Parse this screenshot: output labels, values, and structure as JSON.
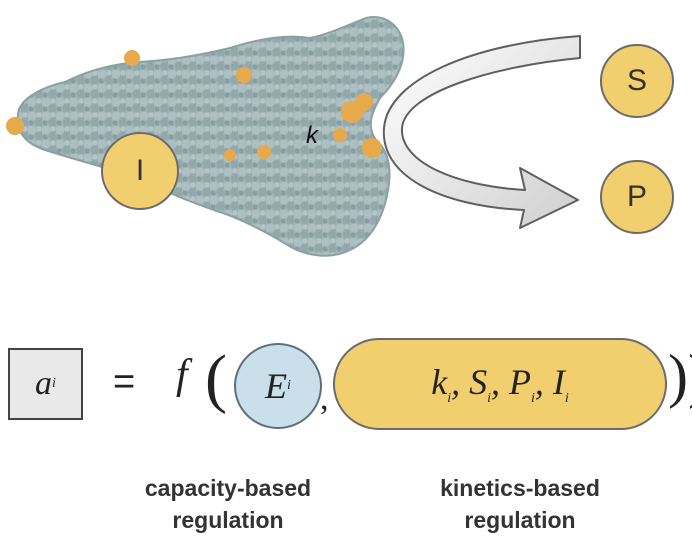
{
  "diagram": {
    "enzyme_site_label": "k",
    "inhibitor_label": "I",
    "substrate_label": "S",
    "product_label": "P",
    "equation": {
      "lhs_symbol": "a",
      "lhs_subscript": "i",
      "equals": "=",
      "function": "f",
      "open_paren": "(",
      "close_paren": "))",
      "comma": ",",
      "capacity_symbol": "E",
      "capacity_subscript": "i",
      "kinetics_terms": [
        {
          "symbol": "k",
          "subscript": "i",
          "sep": ","
        },
        {
          "symbol": "S",
          "subscript": "i",
          "sep": ","
        },
        {
          "symbol": "P",
          "subscript": "i",
          "sep": ","
        },
        {
          "symbol": "I",
          "subscript": "i",
          "sep": ""
        }
      ]
    },
    "captions": {
      "capacity_line1": "capacity-based",
      "capacity_line2": "regulation",
      "kinetics_line1": "kinetics-based",
      "kinetics_line2": "regulation"
    },
    "colors": {
      "protein": "#9fb3b6",
      "protein_dark": "#7e9599",
      "ligand": "#e7aa4a",
      "molecule_fill": "#f2cf6e",
      "capacity_fill": "#c9dfe9",
      "arrow_fill": "#f1f1f1",
      "outline": "#6b6b6b"
    }
  }
}
